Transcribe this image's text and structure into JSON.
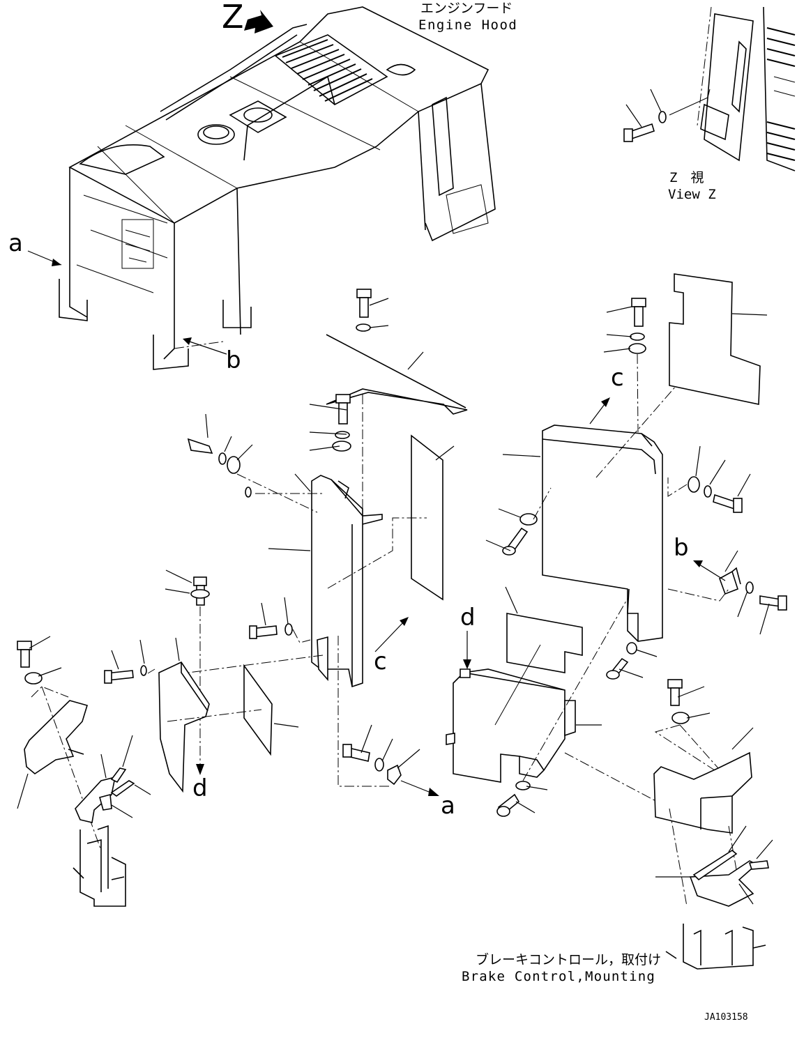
{
  "labels": {
    "engine_hood_jp": "エンジンフード",
    "engine_hood_en": "Engine Hood",
    "view_z_jp": "Z　視",
    "view_z_en": "View Z",
    "z_marker": "Z",
    "brake_jp": "ブレーキコントロール，取付け",
    "brake_en": "Brake Control,Mounting",
    "drawing_number": "JA103158"
  },
  "reference_letters": {
    "a_top": "a",
    "b_top": "b",
    "c_center": "c",
    "d_left": "d",
    "a_center": "a",
    "c_right": "c",
    "b_right": "b",
    "d_center": "d"
  }
}
